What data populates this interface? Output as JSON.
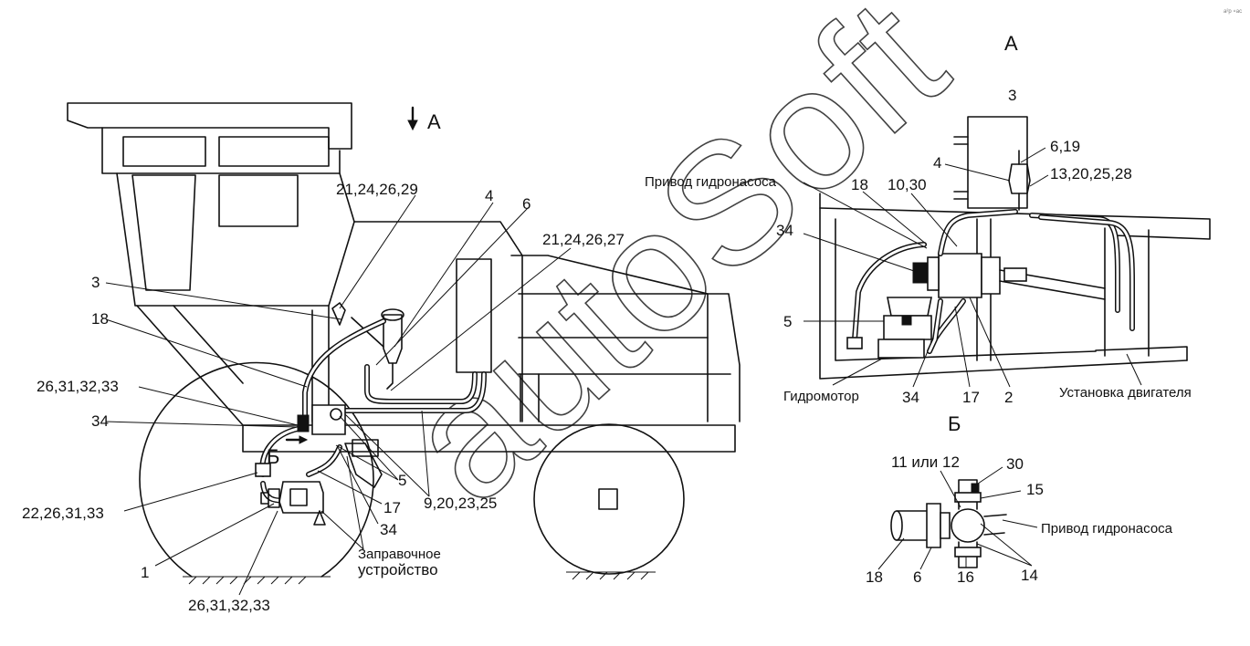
{
  "view_titles": {
    "a_arrow_label": "А",
    "a_detail": "А",
    "b_detail": "Б",
    "b_arrow_label": "Б"
  },
  "watermark": "autoSoft",
  "corner_mark": "a²p ⸰ac",
  "main_view": {
    "callouts": {
      "c_21_24_26_29": "21,24,26,29",
      "c_4": "4",
      "c_6": "6",
      "c_21_24_26_27": "21,24,26,27",
      "c_3": "3",
      "c_18": "18",
      "c_26_31_32_33_top": "26,31,32,33",
      "c_34_left": "34",
      "c_22_26_31_33": "22,26,31,33",
      "c_1": "1",
      "c_26_31_32_33_bottom": "26,31,32,33",
      "c_5": "5",
      "c_17": "17",
      "c_34_bottom": "34",
      "c_9_20_23_25": "9,20,23,25",
      "refuel_line1": "Заправочное",
      "refuel_line2": "устройство"
    }
  },
  "detail_a": {
    "callouts": {
      "c_3": "3",
      "c_6_19": "6,19",
      "c_4": "4",
      "c_13_20_25_28": "13,20,25,28",
      "pump_drive": "Привод гидронасоса",
      "c_18": "18",
      "c_10_30": "10,30",
      "c_34_top": "34",
      "c_5": "5",
      "hydromotor": "Гидромотор",
      "c_34_bottom": "34",
      "c_17": "17",
      "c_2": "2",
      "engine_install": "Установка двигателя"
    }
  },
  "detail_b": {
    "callouts": {
      "c_11_or_12": "11 или 12",
      "c_30": "30",
      "c_15": "15",
      "pump_drive": "Привод гидронасоса",
      "c_18": "18",
      "c_6": "6",
      "c_16": "16",
      "c_14": "14"
    }
  }
}
